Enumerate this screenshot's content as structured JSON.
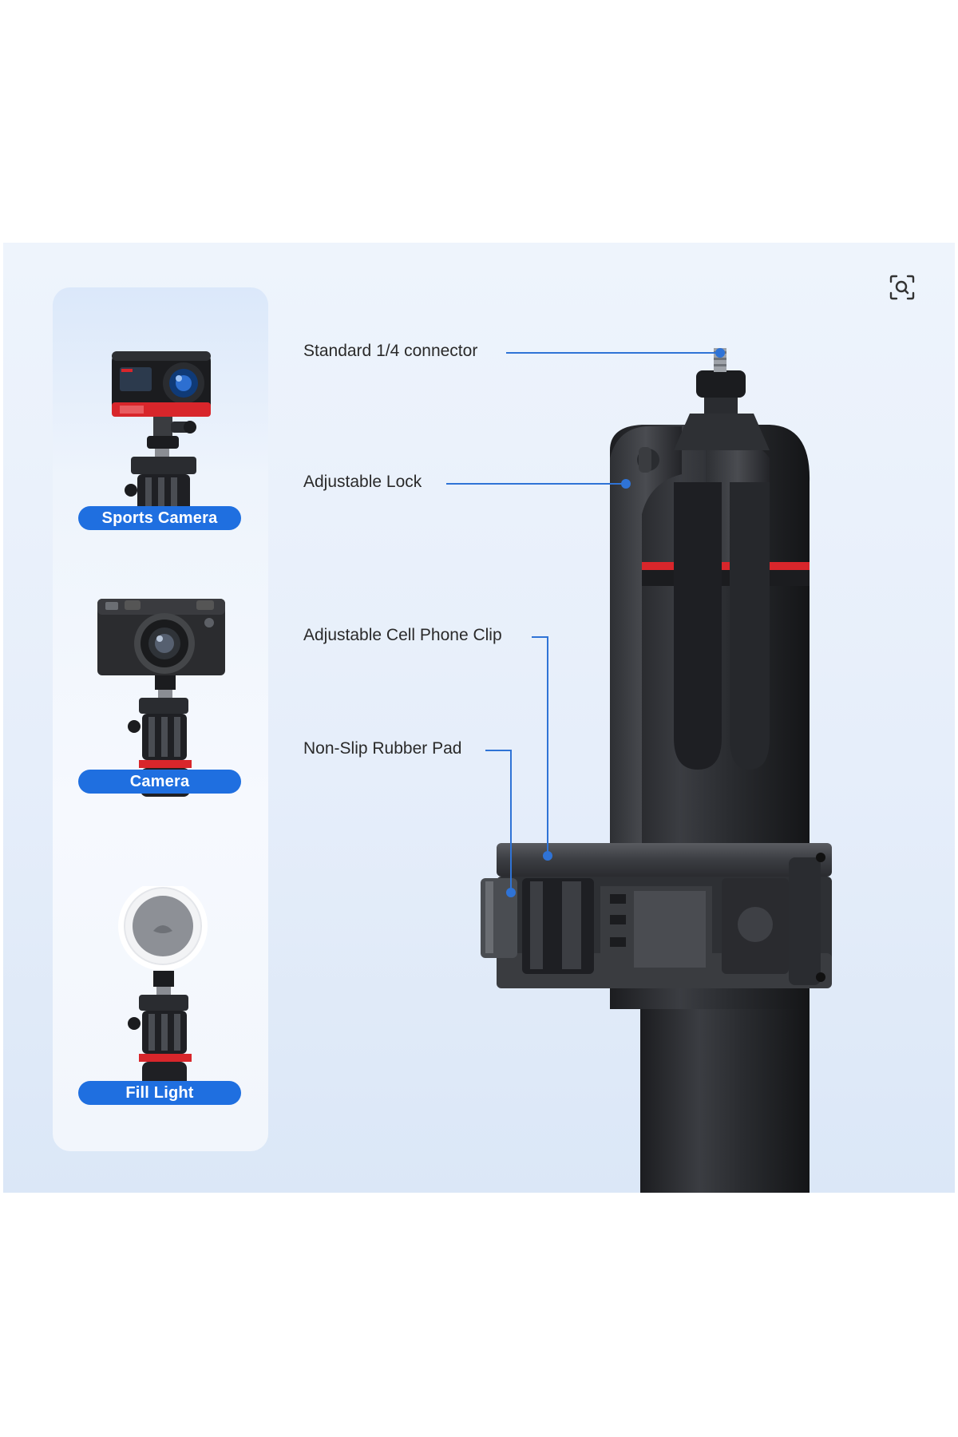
{
  "accessories": [
    {
      "label": "Sports Camera",
      "icon": "action-camera-icon"
    },
    {
      "label": "Camera",
      "icon": "compact-camera-icon"
    },
    {
      "label": "Fill Light",
      "icon": "ring-light-icon"
    }
  ],
  "callouts": [
    {
      "label": "Standard 1/4 connector"
    },
    {
      "label": "Adjustable Lock"
    },
    {
      "label": "Adjustable Cell Phone Clip"
    },
    {
      "label": "Non-Slip Rubber Pad"
    }
  ],
  "toolbar": {
    "visual_search_icon": "visual-search-icon"
  },
  "colors": {
    "badge": "#1f6fe0",
    "callout_line": "#2f73d6",
    "background_top": "#eef4fc",
    "background_bottom": "#dbe7f7",
    "product_dark": "#2a2c30",
    "accent_red": "#d8262b"
  }
}
